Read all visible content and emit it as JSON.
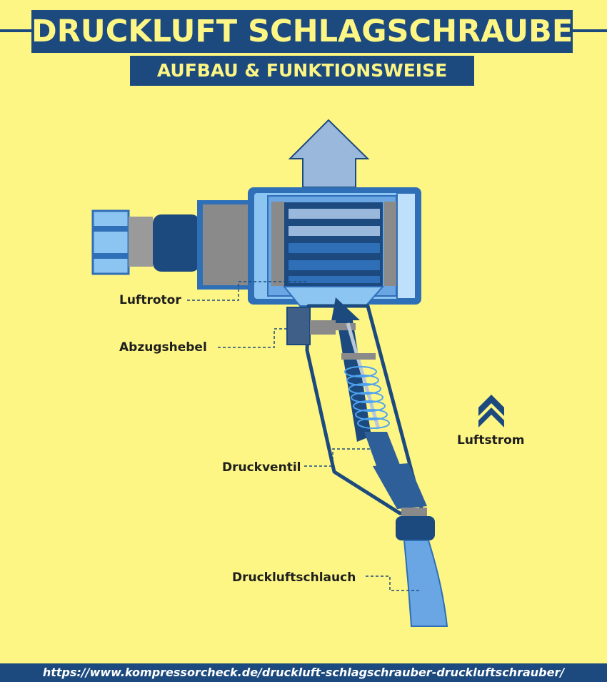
{
  "header": {
    "title": "DRUCKLUFT SCHLAGSCHRAUBER",
    "subtitle": "AUFBAU & FUNKTIONSWEISE"
  },
  "labels": {
    "luftrotor": "Luftrotor",
    "abzugshebel": "Abzugshebel",
    "druckventil": "Druckventil",
    "druckluftschlauch": "Druckluftschlauch",
    "luftstrom": "Luftstrom"
  },
  "footer": {
    "url": "https://www.kompressorcheck.de/druckluft-schlagschrauber-druckluftschrauber/"
  },
  "colors": {
    "background": "#fdf684",
    "dark_blue": "#1c4a7e",
    "mid_blue": "#2f6fb8",
    "light_blue": "#8cc4f2",
    "gray": "#8a8a8a"
  }
}
